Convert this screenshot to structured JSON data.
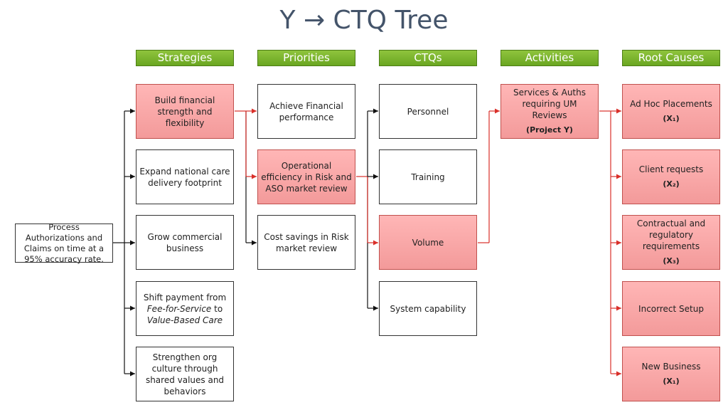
{
  "title": "Y → CTQ Tree",
  "headers": {
    "strategies": "Strategies",
    "priorities": "Priorities",
    "ctqs": "CTQs",
    "activities": "Activities",
    "root_causes": "Root Causes"
  },
  "y_box": "Process Authorizations and Claims on time at a 95% accuracy rate.",
  "strategies": [
    "Build financial strength and flexibility",
    "Expand national care delivery footprint",
    "Grow commercial business",
    {
      "a": "Shift payment from",
      "b": "Fee-for-Service",
      "c": " to",
      "d": "Value-Based Care"
    },
    "Strengthen org culture through shared values and behaviors"
  ],
  "priorities": [
    "Achieve Financial performance",
    "Operational efficiency in Risk and ASO market review",
    "Cost savings in Risk market review"
  ],
  "ctqs": [
    "Personnel",
    "Training",
    "Volume",
    "System capability"
  ],
  "activity": {
    "label": "Services & Auths requiring UM Reviews",
    "sub": "(Project Y)"
  },
  "root_causes": [
    {
      "label": "Ad Hoc Placements",
      "sub": "(X₁)"
    },
    {
      "label": "Client requests",
      "sub": "(X₂)"
    },
    {
      "label": "Contractual and regulatory requirements",
      "sub": "(X₃)"
    },
    {
      "label": "Incorrect Setup",
      "sub": ""
    },
    {
      "label": "New Business",
      "sub": "(X₁)"
    }
  ],
  "colors": {
    "highlight": "#f39a9a",
    "header_green": "#6aa621",
    "connector_red": "#d9302a",
    "connector_black": "#111111"
  }
}
